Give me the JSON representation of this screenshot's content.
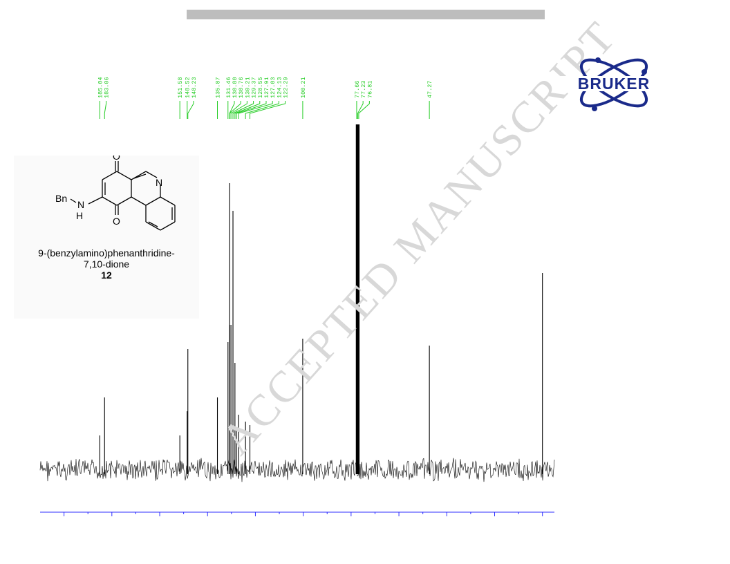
{
  "chart_data": {
    "type": "nmr-spectrum",
    "peaks": [
      {
        "ppm": 185.04,
        "height": 0.1,
        "label": "185.04"
      },
      {
        "ppm": 183.06,
        "height": 0.21,
        "label": "183.06"
      },
      {
        "ppm": 151.58,
        "height": 0.1,
        "label": "151.58"
      },
      {
        "ppm": 148.52,
        "height": 0.17,
        "label": "148.52"
      },
      {
        "ppm": 148.23,
        "height": 0.35,
        "label": "148.23"
      },
      {
        "ppm": 135.87,
        "height": 0.21,
        "label": "135.87"
      },
      {
        "ppm": 131.46,
        "height": 0.37,
        "label": "131.46"
      },
      {
        "ppm": 130.8,
        "height": 0.42,
        "label": "130.80"
      },
      {
        "ppm": 130.76,
        "height": 0.83,
        "label": "130.76"
      },
      {
        "ppm": 130.21,
        "height": 0.42,
        "label": "130.21"
      },
      {
        "ppm": 129.37,
        "height": 0.75,
        "label": "129.37"
      },
      {
        "ppm": 128.55,
        "height": 0.31,
        "label": "128.55"
      },
      {
        "ppm": 127.91,
        "height": 0.12,
        "label": "127.91"
      },
      {
        "ppm": 127.03,
        "height": 0.16,
        "label": "127.03"
      },
      {
        "ppm": 124.13,
        "height": 0.14,
        "label": "124.13"
      },
      {
        "ppm": 122.29,
        "height": 0.13,
        "label": "122.29"
      },
      {
        "ppm": 100.21,
        "height": 0.38,
        "label": "100.21"
      },
      {
        "ppm": 77.66,
        "height": 1.0,
        "label": "77.66"
      },
      {
        "ppm": 77.23,
        "height": 1.0,
        "label": "77.23"
      },
      {
        "ppm": 76.81,
        "height": 1.0,
        "label": "76.81"
      },
      {
        "ppm": 47.27,
        "height": 0.36,
        "label": "47.27"
      },
      {
        "ppm": 0.0,
        "height": 0.57,
        "label": ""
      }
    ],
    "xlim": [
      210,
      -5
    ],
    "xlabel": "",
    "ylabel": "",
    "axis_color": "#3030ff",
    "label_color": "#22cc22",
    "spectrum_color": "#000000"
  },
  "compound": {
    "name_line1": "9-(benzylamino)phenanthridine-",
    "name_line2": "7,10-dione",
    "number": "12",
    "bn_label": "Bn",
    "n_label": "N",
    "h_label": "H",
    "o_top": "O",
    "o_bottom": "O",
    "n_ring": "N"
  },
  "logo": {
    "text": "BRUKER",
    "color": "#1a2a8a"
  },
  "watermark": {
    "text": "ACCEPTED MANUSCRIPT"
  }
}
